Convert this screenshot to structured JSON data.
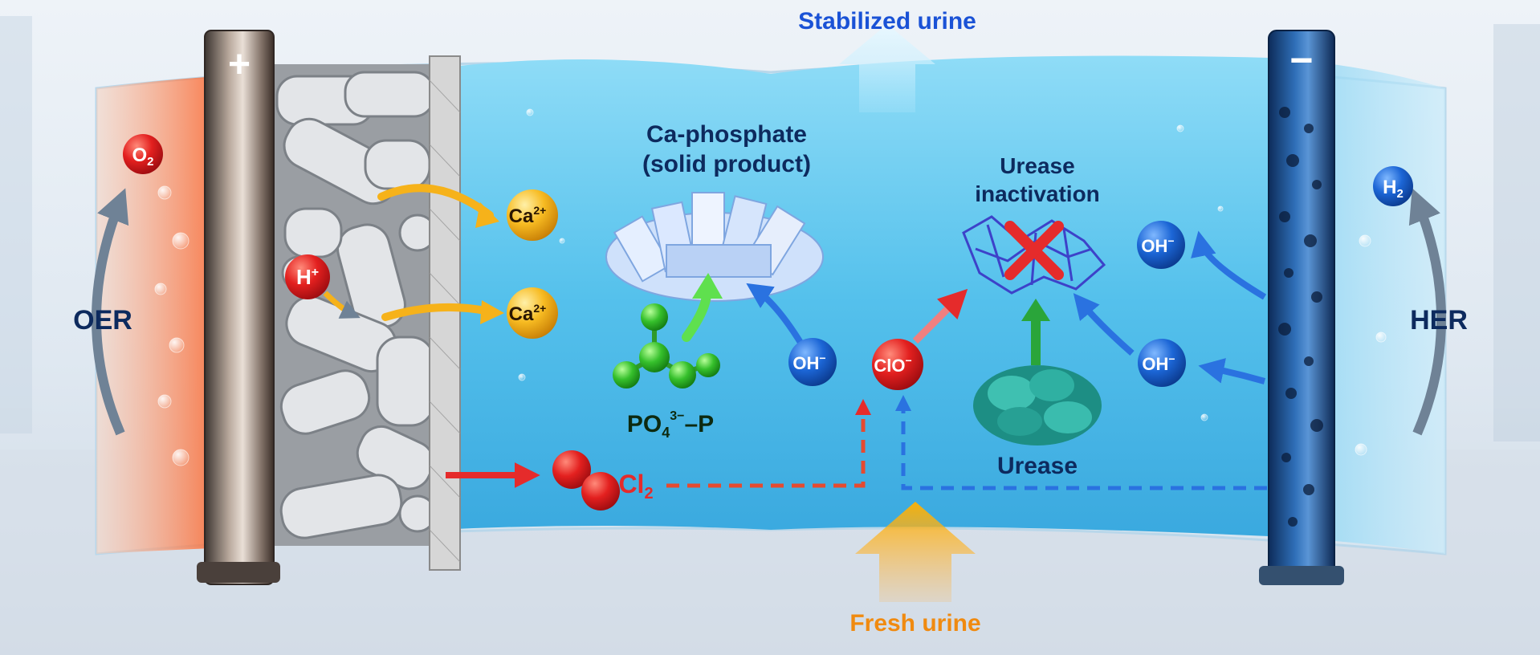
{
  "electrodes": {
    "anode_sign": "+",
    "cathode_sign": "−"
  },
  "streams": {
    "top_label": "Stabilized urine",
    "bottom_label": "Fresh urine"
  },
  "reactions": {
    "left": "OER",
    "right": "HER"
  },
  "species": {
    "o2": {
      "base": "O",
      "sub": "2"
    },
    "h2": {
      "base": "H",
      "sub": "2"
    },
    "h_plus": {
      "base": "H",
      "sup": "+"
    },
    "ca_1": {
      "base": "Ca",
      "sup": "2+"
    },
    "ca_2": {
      "base": "Ca",
      "sup": "2+"
    },
    "oh_1": {
      "base": "OH",
      "sup": "−"
    },
    "oh_2": {
      "base": "OH",
      "sup": "−"
    },
    "oh_3": {
      "base": "OH",
      "sup": "−"
    },
    "clo": {
      "base": "ClO",
      "sup": "−"
    },
    "cl2": {
      "base": "Cl",
      "sub": "2"
    },
    "phosphate": {
      "base": "PO",
      "sub": "4",
      "sup": "3−",
      "suffix": "–P"
    }
  },
  "labels": {
    "caphos_line1": "Ca-phosphate",
    "caphos_line2": "(solid product)",
    "urease_line1": "Urease",
    "urease_line2": "inactivation",
    "urease": "Urease"
  },
  "colors": {
    "anode_glow": "#ff5a2a",
    "cathode": "#1f5ea8",
    "electrolyte": "#5cc6ef",
    "oxidant_red": "#e52b2b",
    "reductant_blue": "#1f6fe0",
    "ca_yellow": "#f6b21a",
    "phosphate_green": "#3fc93a",
    "text_dark": "#0d2a5e",
    "fresh_orange": "#f08a10"
  }
}
